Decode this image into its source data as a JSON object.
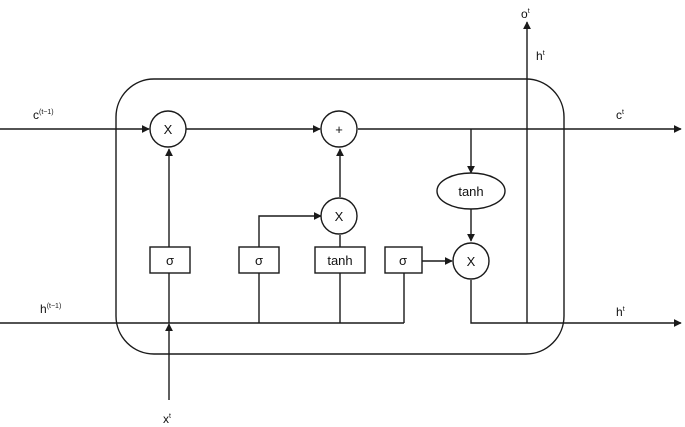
{
  "labels": {
    "c_prev_base": "c",
    "c_prev_sup": "(t−1)",
    "h_prev_base": "h",
    "h_prev_sup": "(t−1)",
    "x_base": "x",
    "x_sup": "t",
    "c_out_base": "c",
    "c_out_sup": "t",
    "h_out_base": "h",
    "h_out_sup": "t",
    "o_base": "o",
    "o_sup": "t",
    "h_vert_base": "h",
    "h_vert_sup": "t"
  },
  "operators": {
    "forget_multiply": "X",
    "add": "+",
    "input_multiply": "X",
    "output_multiply": "X",
    "tanh_cell": "tanh"
  },
  "gates": {
    "forget_sigma": "σ",
    "input_sigma": "σ",
    "candidate_tanh": "tanh",
    "output_sigma": "σ"
  }
}
